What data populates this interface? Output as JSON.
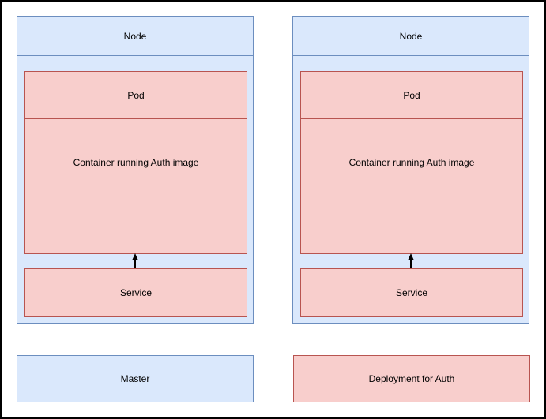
{
  "diagram": {
    "nodes": [
      {
        "title": "Node",
        "pod": {
          "title": "Pod",
          "container_label": "Container running Auth image"
        },
        "service_label": "Service"
      },
      {
        "title": "Node",
        "pod": {
          "title": "Pod",
          "container_label": "Container running Auth image"
        },
        "service_label": "Service"
      }
    ],
    "master_label": "Master",
    "deployment_label": "Deployment for Auth",
    "colors": {
      "blue_fill": "#dae8fc",
      "blue_border": "#6c8ebf",
      "red_fill": "#f8cecc",
      "red_border": "#b85450",
      "arrow": "#000000",
      "text": "#000000",
      "frame": "#000000",
      "background": "#ffffff"
    }
  }
}
